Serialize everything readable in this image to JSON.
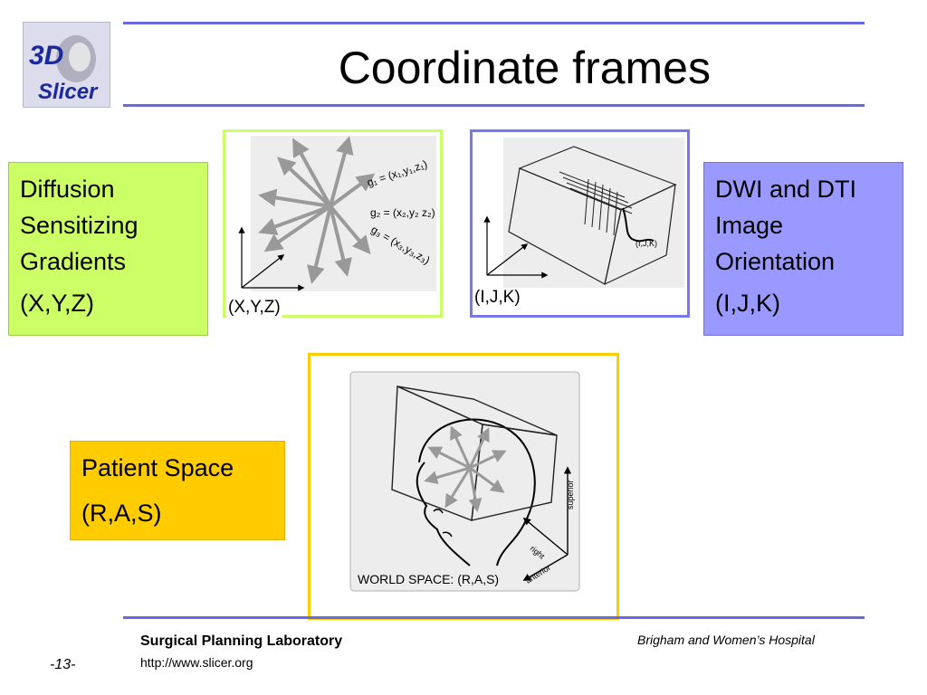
{
  "logo": {
    "text_top": "3D",
    "text_bottom": "Slicer"
  },
  "slide": {
    "title": "Coordinate frames",
    "page_number": "-13-"
  },
  "boxes": {
    "diffusion": {
      "line1": "Diffusion",
      "line2": "Sensitizing",
      "line3": "Gradients",
      "coords": "(X,Y,Z)"
    },
    "dwi": {
      "line1": "DWI and DTI",
      "line2": "Image",
      "line3": "Orientation",
      "coords": "(I,J,K)"
    },
    "patient": {
      "line1": "Patient Space",
      "coords": "(R,A,S)"
    }
  },
  "images": {
    "gradients": {
      "axis_label": "(X,Y,Z)",
      "g1": "g₁ = (x₁,y₁,z₁)",
      "g2": "g₂ = (x₂,y₂ z₂)",
      "g3": "g₃ = (x₃,y₃,z₃)",
      "g1_short": "g₁"
    },
    "volume": {
      "axis_label": "(I,J,K)",
      "voxel_label": "(I,J,K)"
    },
    "world": {
      "caption": "WORLD SPACE: (R,A,S)",
      "superior": "superior",
      "right": "right",
      "anterior": "anterior"
    }
  },
  "footer": {
    "lab": "Surgical Planning Laboratory",
    "url": "http://www.slicer.org",
    "hospital": "Brigham and Women’s Hospital"
  },
  "colors": {
    "green": "#ccff66",
    "blue": "#9999ff",
    "yellow": "#ffcc00",
    "rule": "#6a6ae0"
  }
}
